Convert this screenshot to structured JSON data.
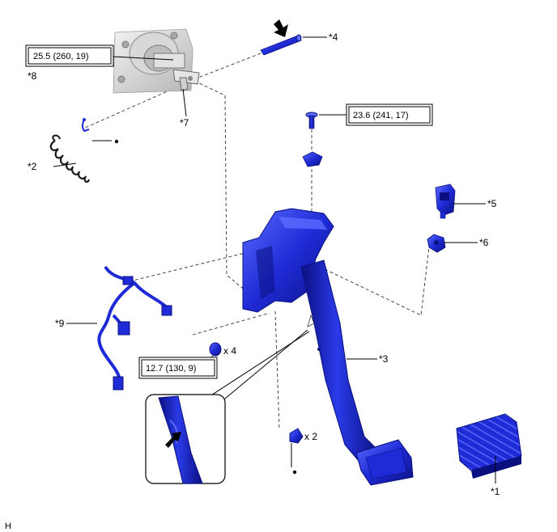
{
  "labels": {
    "p1": "*1",
    "p2": "*2",
    "p3": "*3",
    "p4": "*4",
    "p5": "*5",
    "p6": "*6",
    "p7": "*7",
    "p8": "*8",
    "p9": "*9"
  },
  "torque": {
    "t1": "25.5 (260, 19)",
    "t2": "23.6 (241, 17)",
    "t3": "12.7 (130, 9)"
  },
  "quantities": {
    "q1": "x 4",
    "q2": "x 2"
  },
  "corner_letter": "H",
  "colors": {
    "part_blue": "#1f2bd6",
    "part_dark": "#0a1080",
    "part_light": "#5a6bff",
    "booster_grey": "#c9c9c9"
  }
}
